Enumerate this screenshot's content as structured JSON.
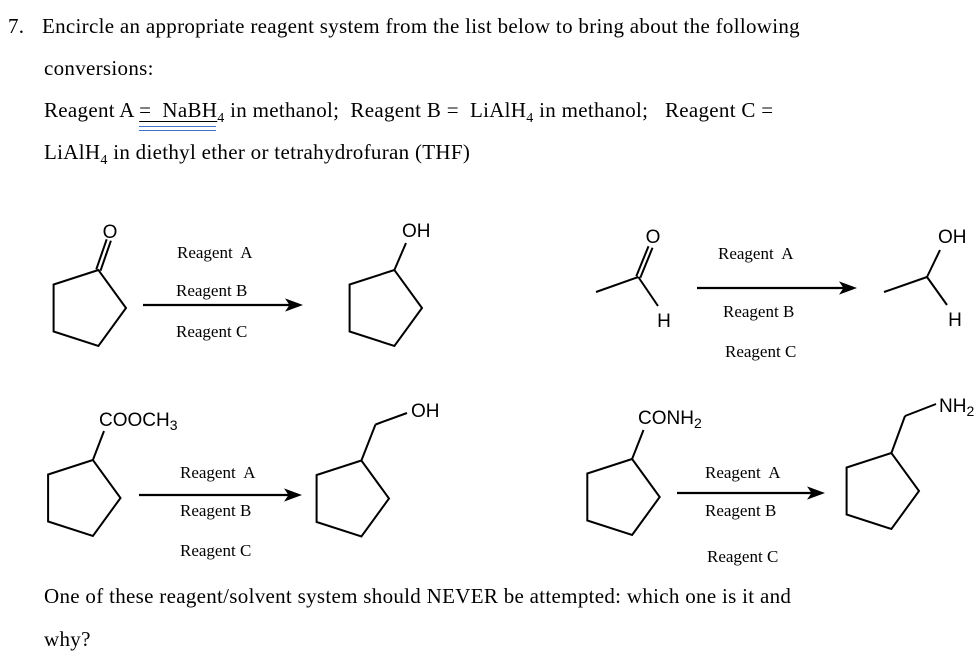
{
  "colors": {
    "background": "#ffffff",
    "ink": "#000000",
    "grammar_underline_blue": "#4472c4"
  },
  "question": {
    "number": "7.",
    "line1": "Encircle an appropriate reagent system from the list below to bring about the following",
    "line2": "conversions:",
    "line3": {
      "p1": "Reagent A ",
      "p2_underlined": "=  NaBH",
      "p3_sub": "4",
      "p4": " in methanol;  Reagent B =  LiAlH",
      "p5_sub": "4",
      "p6": " in methanol;   Reagent C ="
    },
    "line4": {
      "p1": "LiAlH",
      "p2_sub": "4",
      "p3": " in diethyl ether or tetrahydrofuran (THF)"
    },
    "footer1": "One of these reagent/solvent system should NEVER be attempted: which one is it and",
    "footer2": "why?"
  },
  "arrow_labels": {
    "reagent_a": "Reagent  A",
    "reagent_b": "Reagent B",
    "reagent_c": "Reagent C"
  },
  "structures": {
    "carbonyl_oxygen": "O",
    "hydroxyl": "OH",
    "hydrogen": "H",
    "ester_prefix": "COOCH",
    "ester_sub": "3",
    "amide_prefix": "CONH",
    "amide_sub": "2",
    "amine_prefix": "NH",
    "amine_sub": "2"
  },
  "reactions": [
    {
      "reactant": "cyclopentanone",
      "product": "cyclopentanol"
    },
    {
      "reactant": "acetaldehyde",
      "product": "ethanol"
    },
    {
      "reactant": "methyl cyclopentanecarboxylate",
      "product": "cyclopentylmethanol"
    },
    {
      "reactant": "cyclopentanecarboxamide",
      "product": "cyclopentylmethylamine"
    }
  ]
}
